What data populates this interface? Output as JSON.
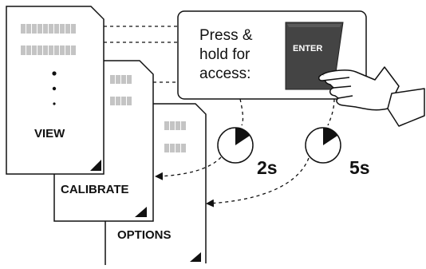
{
  "pages": {
    "view_label": "VIEW",
    "calibrate_label": "CALIBRATE",
    "options_label": "OPTIONS"
  },
  "prompt": {
    "lines": [
      "Press &",
      "hold for",
      "access:"
    ],
    "button_label": "ENTER"
  },
  "timers": [
    {
      "label": "2s"
    },
    {
      "label": "5s"
    }
  ]
}
